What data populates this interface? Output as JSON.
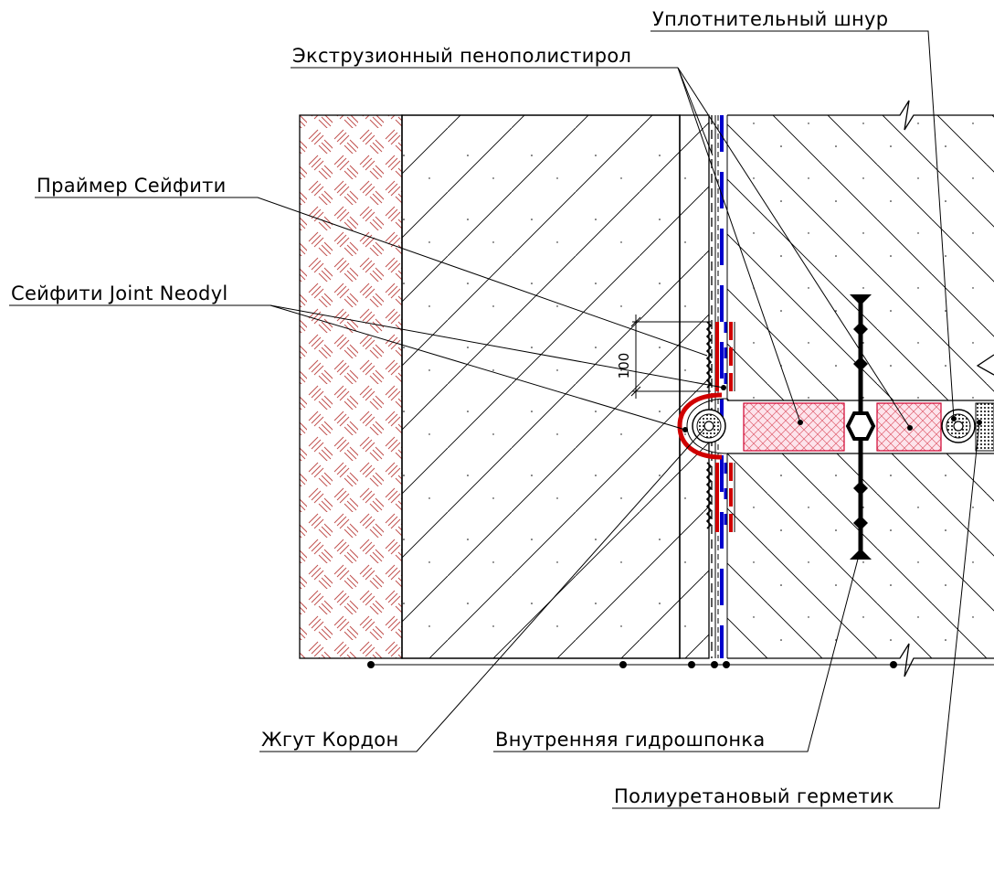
{
  "labels": {
    "sealing_cord": "Уплотнительный шнур",
    "xps": "Экструзионный пенополистирол",
    "primer": "Праймер Сейфити",
    "joint_neodyl": "Сейфити Joint Neodyl",
    "cordon": "Жгут Кордон",
    "waterstop": "Внутренняя гидрошпонка",
    "pu_sealant": "Полиуретановый герметик"
  },
  "dimension": {
    "value": "100"
  },
  "colors": {
    "soil_hatch": "#c0504d",
    "membrane_red": "#d00000",
    "membrane_blue": "#0000cc",
    "xps_fill": "#fde4ec",
    "xps_hatch": "#e06070",
    "xps_border": "#d00030"
  }
}
